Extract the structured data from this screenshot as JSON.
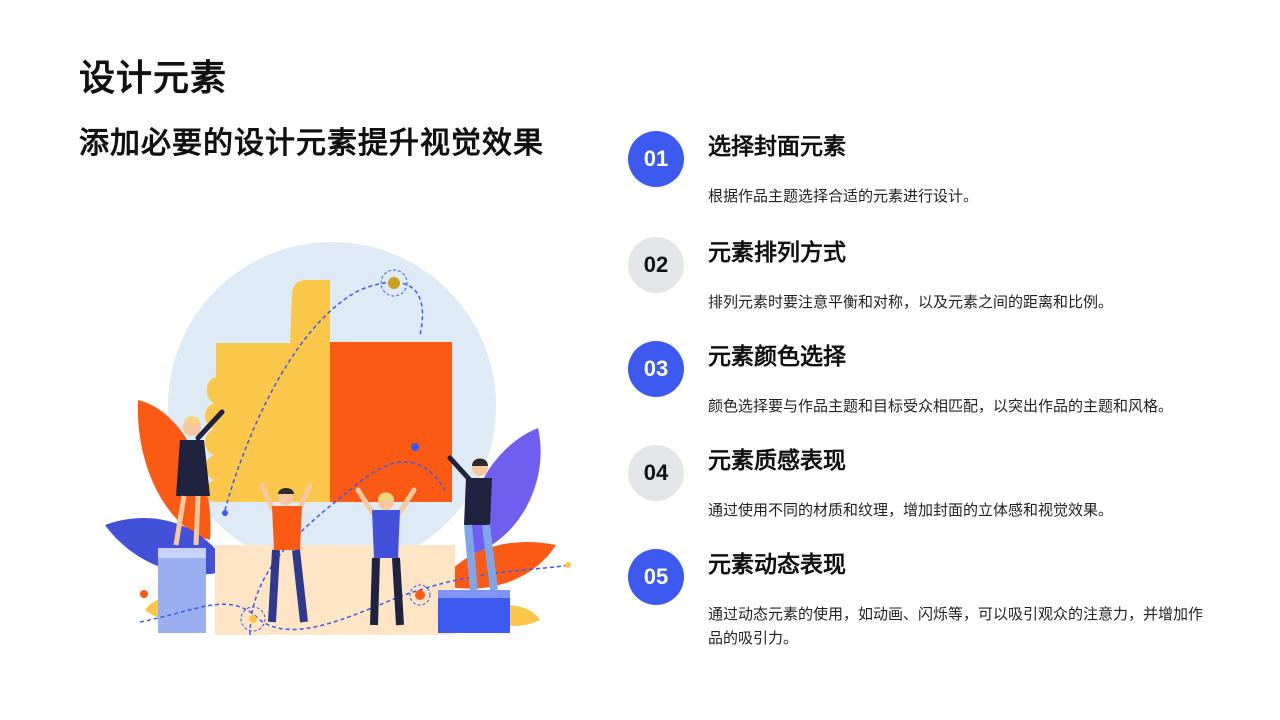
{
  "title": "设计元素",
  "subtitle": "添加必要的设计元素提升视觉效果",
  "colors": {
    "accent_blue": "#3c5af0",
    "neutral_grey": "#e4e5e8",
    "orange": "#fa5a14",
    "yellow": "#fbc74a",
    "purple": "#6f5ef0",
    "sky": "#deeaf6"
  },
  "items": [
    {
      "number": "01",
      "title": "选择封面元素",
      "desc": "根据作品主题选择合适的元素进行设计。",
      "badge_style": "blue"
    },
    {
      "number": "02",
      "title": "元素排列方式",
      "desc": "排列元素时要注意平衡和对称，以及元素之间的距离和比例。",
      "badge_style": "grey"
    },
    {
      "number": "03",
      "title": "元素颜色选择",
      "desc": "颜色选择要与作品主题和目标受众相匹配，以突出作品的主题和风格。",
      "badge_style": "blue"
    },
    {
      "number": "04",
      "title": "元素质感表现",
      "desc": "通过使用不同的材质和纹理，增加封面的立体感和视觉效果。",
      "badge_style": "grey"
    },
    {
      "number": "05",
      "title": "元素动态表现",
      "desc": "通过动态元素的使用，如动画、闪烁等，可以吸引观众的注意力，并增加作品的吸引力。",
      "badge_style": "blue"
    }
  ]
}
